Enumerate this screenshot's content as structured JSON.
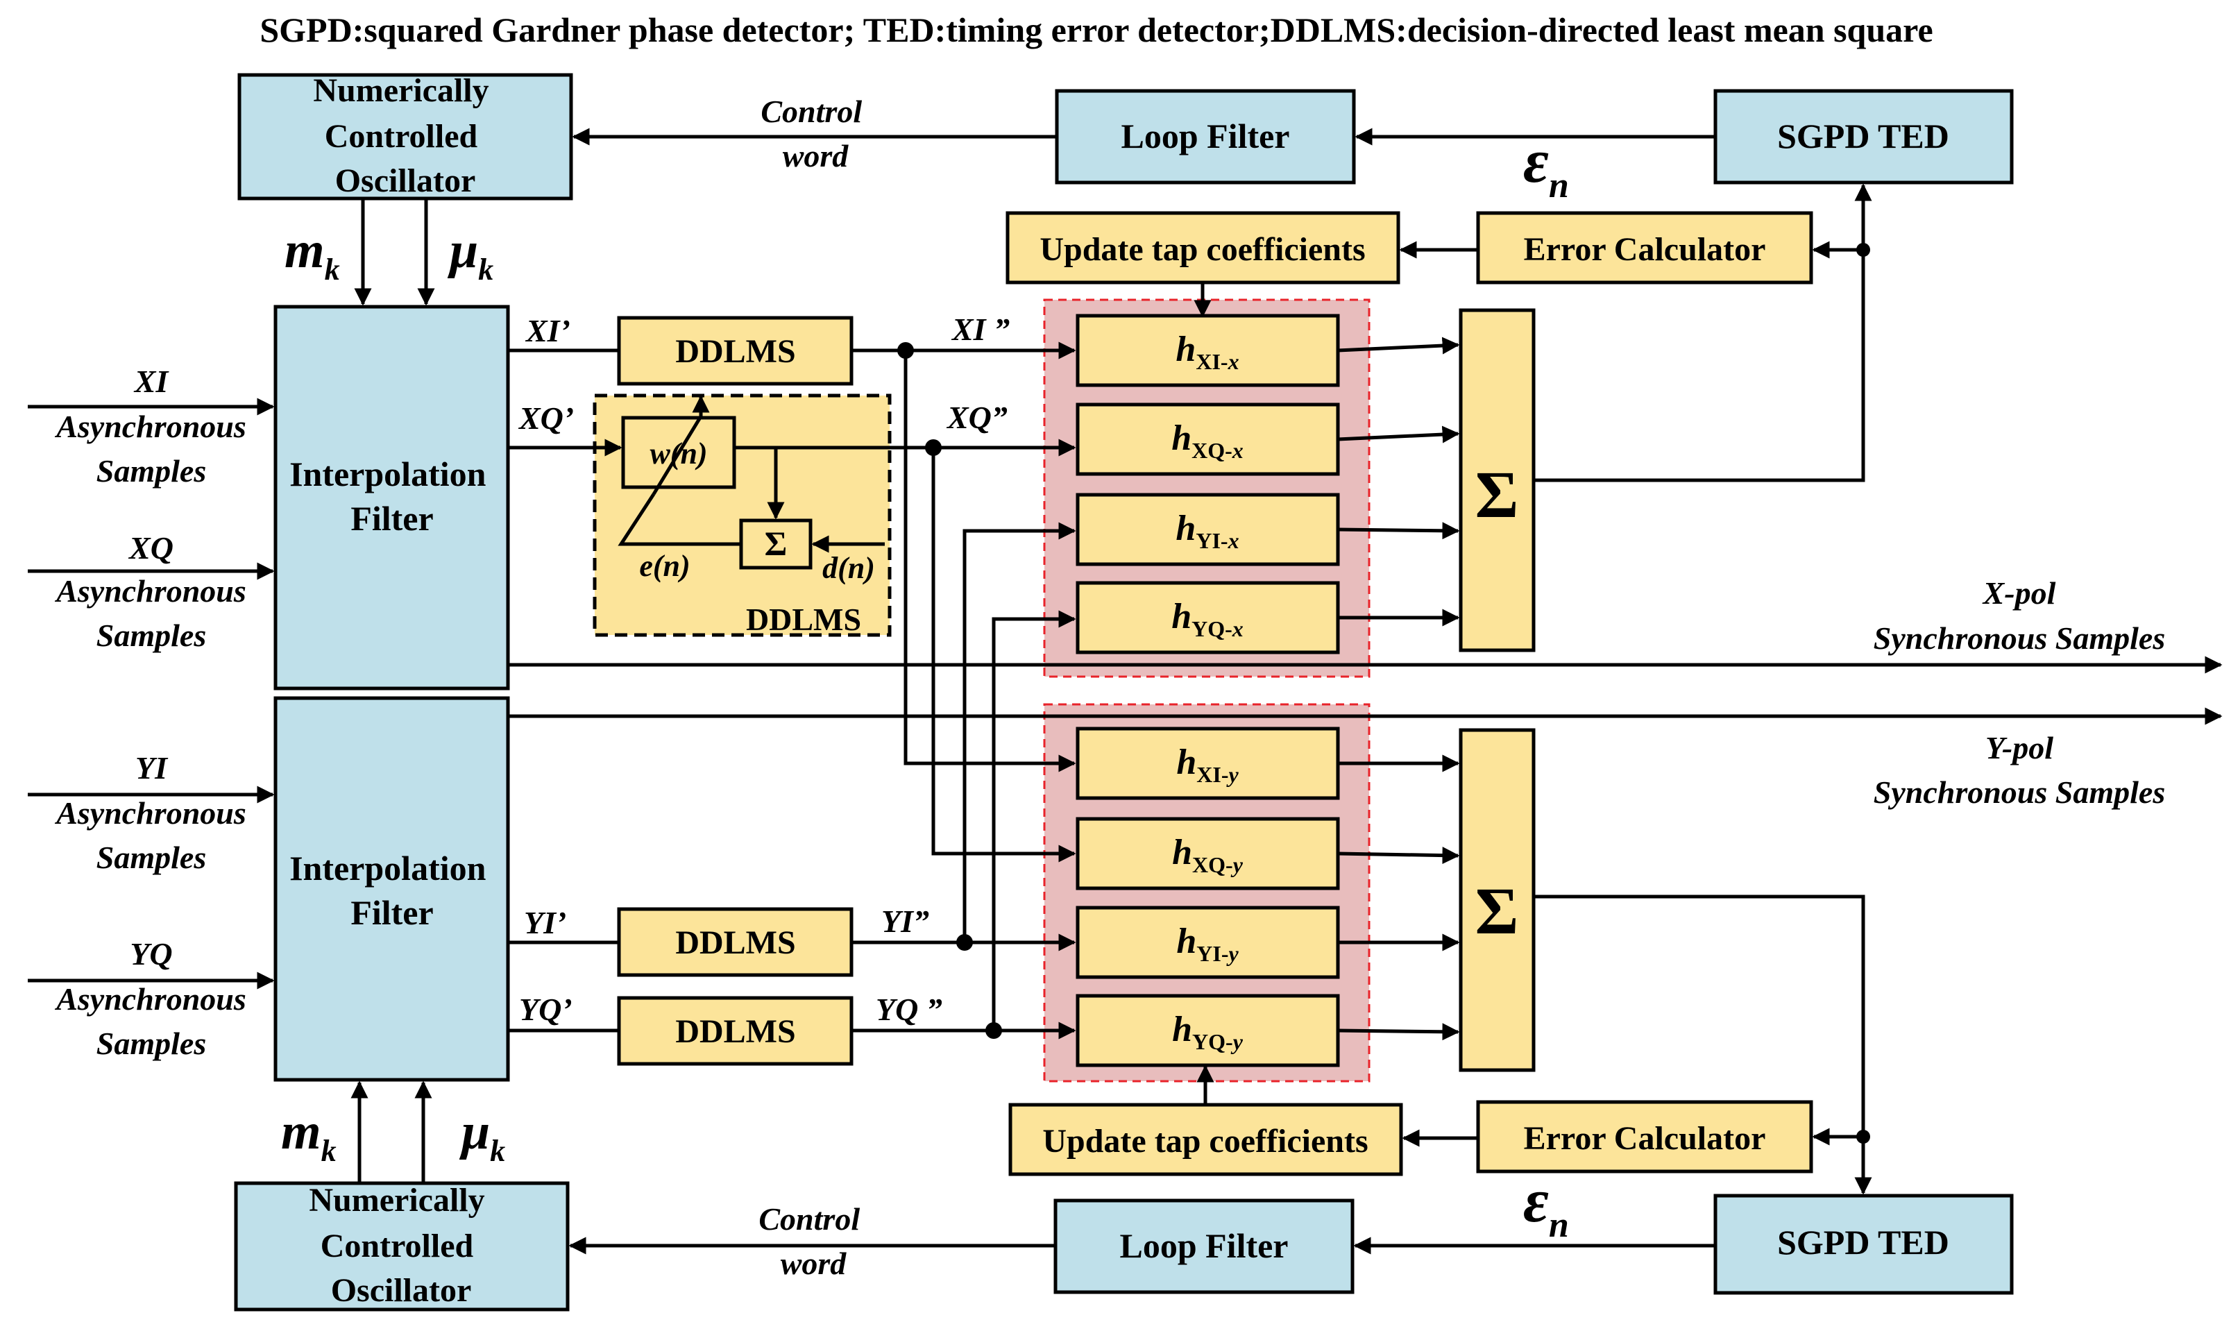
{
  "title": "SGPD:squared Gardner  phase detector; TED:timing error detector;DDLMS:decision-directed least mean square",
  "blocks": {
    "nco": [
      "Numerically",
      "Controlled",
      "Oscillator"
    ],
    "loop_filter": "Loop Filter",
    "sgpd_ted": "SGPD TED",
    "update_taps": "Update tap coefficients",
    "error_calc": "Error Calculator",
    "interp": [
      "Interpolation",
      "Filter"
    ],
    "ddlms": "DDLMS",
    "sum": "Σ",
    "inner_sum": "Σ"
  },
  "labels": {
    "control_word": [
      "Control",
      "word"
    ],
    "epsilon": "ε",
    "epsilon_sub": "n",
    "m": "m",
    "m_sub": "k",
    "mu": "μ",
    "mu_sub": "k",
    "wn": "w(n)",
    "en": "e(n)",
    "dn": "d(n)",
    "async": [
      "Asynchronous",
      "Samples"
    ],
    "inputs": [
      "XI",
      "XQ",
      "YI",
      "YQ"
    ],
    "primed": [
      "XI’",
      "XQ’",
      "YI’",
      "YQ’"
    ],
    "double_primed": [
      "XI ”",
      "XQ”",
      "YI”",
      "YQ ”"
    ],
    "xpol": [
      "X-pol",
      "Synchronous Samples"
    ],
    "ypol": [
      "Y-pol",
      "Synchronous Samples"
    ]
  },
  "taps": [
    {
      "h": "h",
      "sub": "XI-",
      "pol": "x"
    },
    {
      "h": "h",
      "sub": "XQ-",
      "pol": "x"
    },
    {
      "h": "h",
      "sub": "YI-",
      "pol": "x"
    },
    {
      "h": "h",
      "sub": "YQ-",
      "pol": "x"
    },
    {
      "h": "h",
      "sub": "XI-",
      "pol": "y"
    },
    {
      "h": "h",
      "sub": "XQ-",
      "pol": "y"
    },
    {
      "h": "h",
      "sub": "YI-",
      "pol": "y"
    },
    {
      "h": "h",
      "sub": "YQ-",
      "pol": "y"
    }
  ],
  "colors": {
    "blue_block": "#BFE0EA",
    "yellow_block": "#FCE49A",
    "tap_region": "#E8BDBD",
    "tap_border": "#E8232A"
  }
}
